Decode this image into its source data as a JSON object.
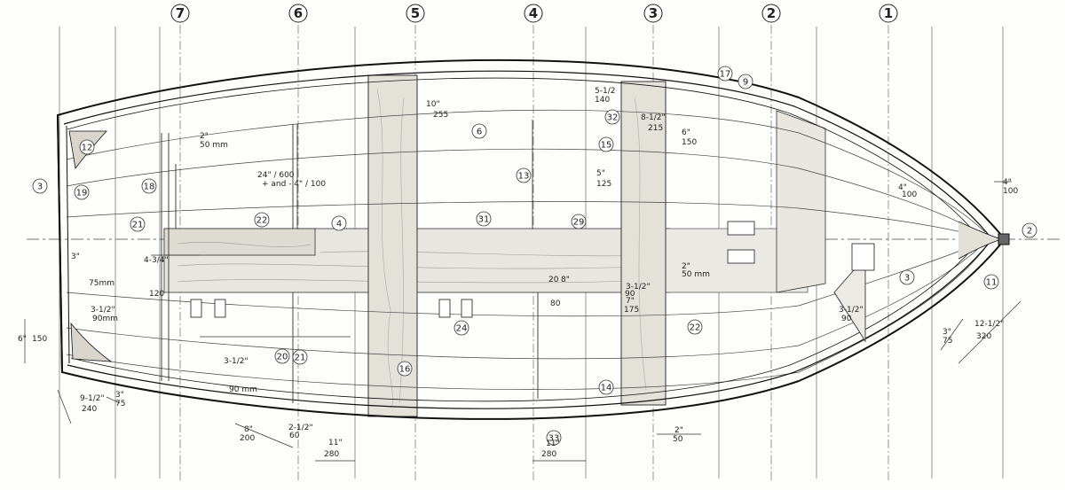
{
  "stations": [
    "7",
    "6",
    "5",
    "4",
    "3",
    "2",
    "1"
  ],
  "callouts": [
    "12",
    "3",
    "19",
    "18",
    "21",
    "22",
    "4",
    "6",
    "13",
    "31",
    "29",
    "15",
    "32",
    "17",
    "9",
    "2",
    "11",
    "3",
    "22",
    "24",
    "20",
    "21",
    "16",
    "14",
    "33"
  ],
  "dimensions": [
    "2\"",
    "50 mm",
    "24\" / 600",
    "+ and - 4\" / 100",
    "10\"",
    "255",
    "5-1/2",
    "140",
    "6\"",
    "150",
    "8-1/2\"",
    "215",
    "5\"",
    "125",
    "4\"",
    "100",
    "4\"",
    "100",
    "3\"",
    "4-3/4\"",
    "75mm",
    "120",
    "3-1/2\"",
    "90mm",
    "6\"",
    "150",
    "3-1/2\"",
    "90 mm",
    "9-1/2\"",
    "240",
    "3\"",
    "75",
    "8\"",
    "200",
    "2-1/2\"",
    "60",
    "11\"",
    "280",
    "11\"",
    "280",
    "2\"",
    "50",
    "3-1/2\"",
    "90",
    "7\"",
    "175",
    "2\"",
    "50 mm",
    "3\"",
    "75",
    "12-1/2\"",
    "320",
    "3-1/2\"",
    "90",
    "20",
    "8\"",
    "80"
  ],
  "colors": {
    "ink": "#222222",
    "wood": "#e6e3dc",
    "paper": "#fdfdfb"
  }
}
